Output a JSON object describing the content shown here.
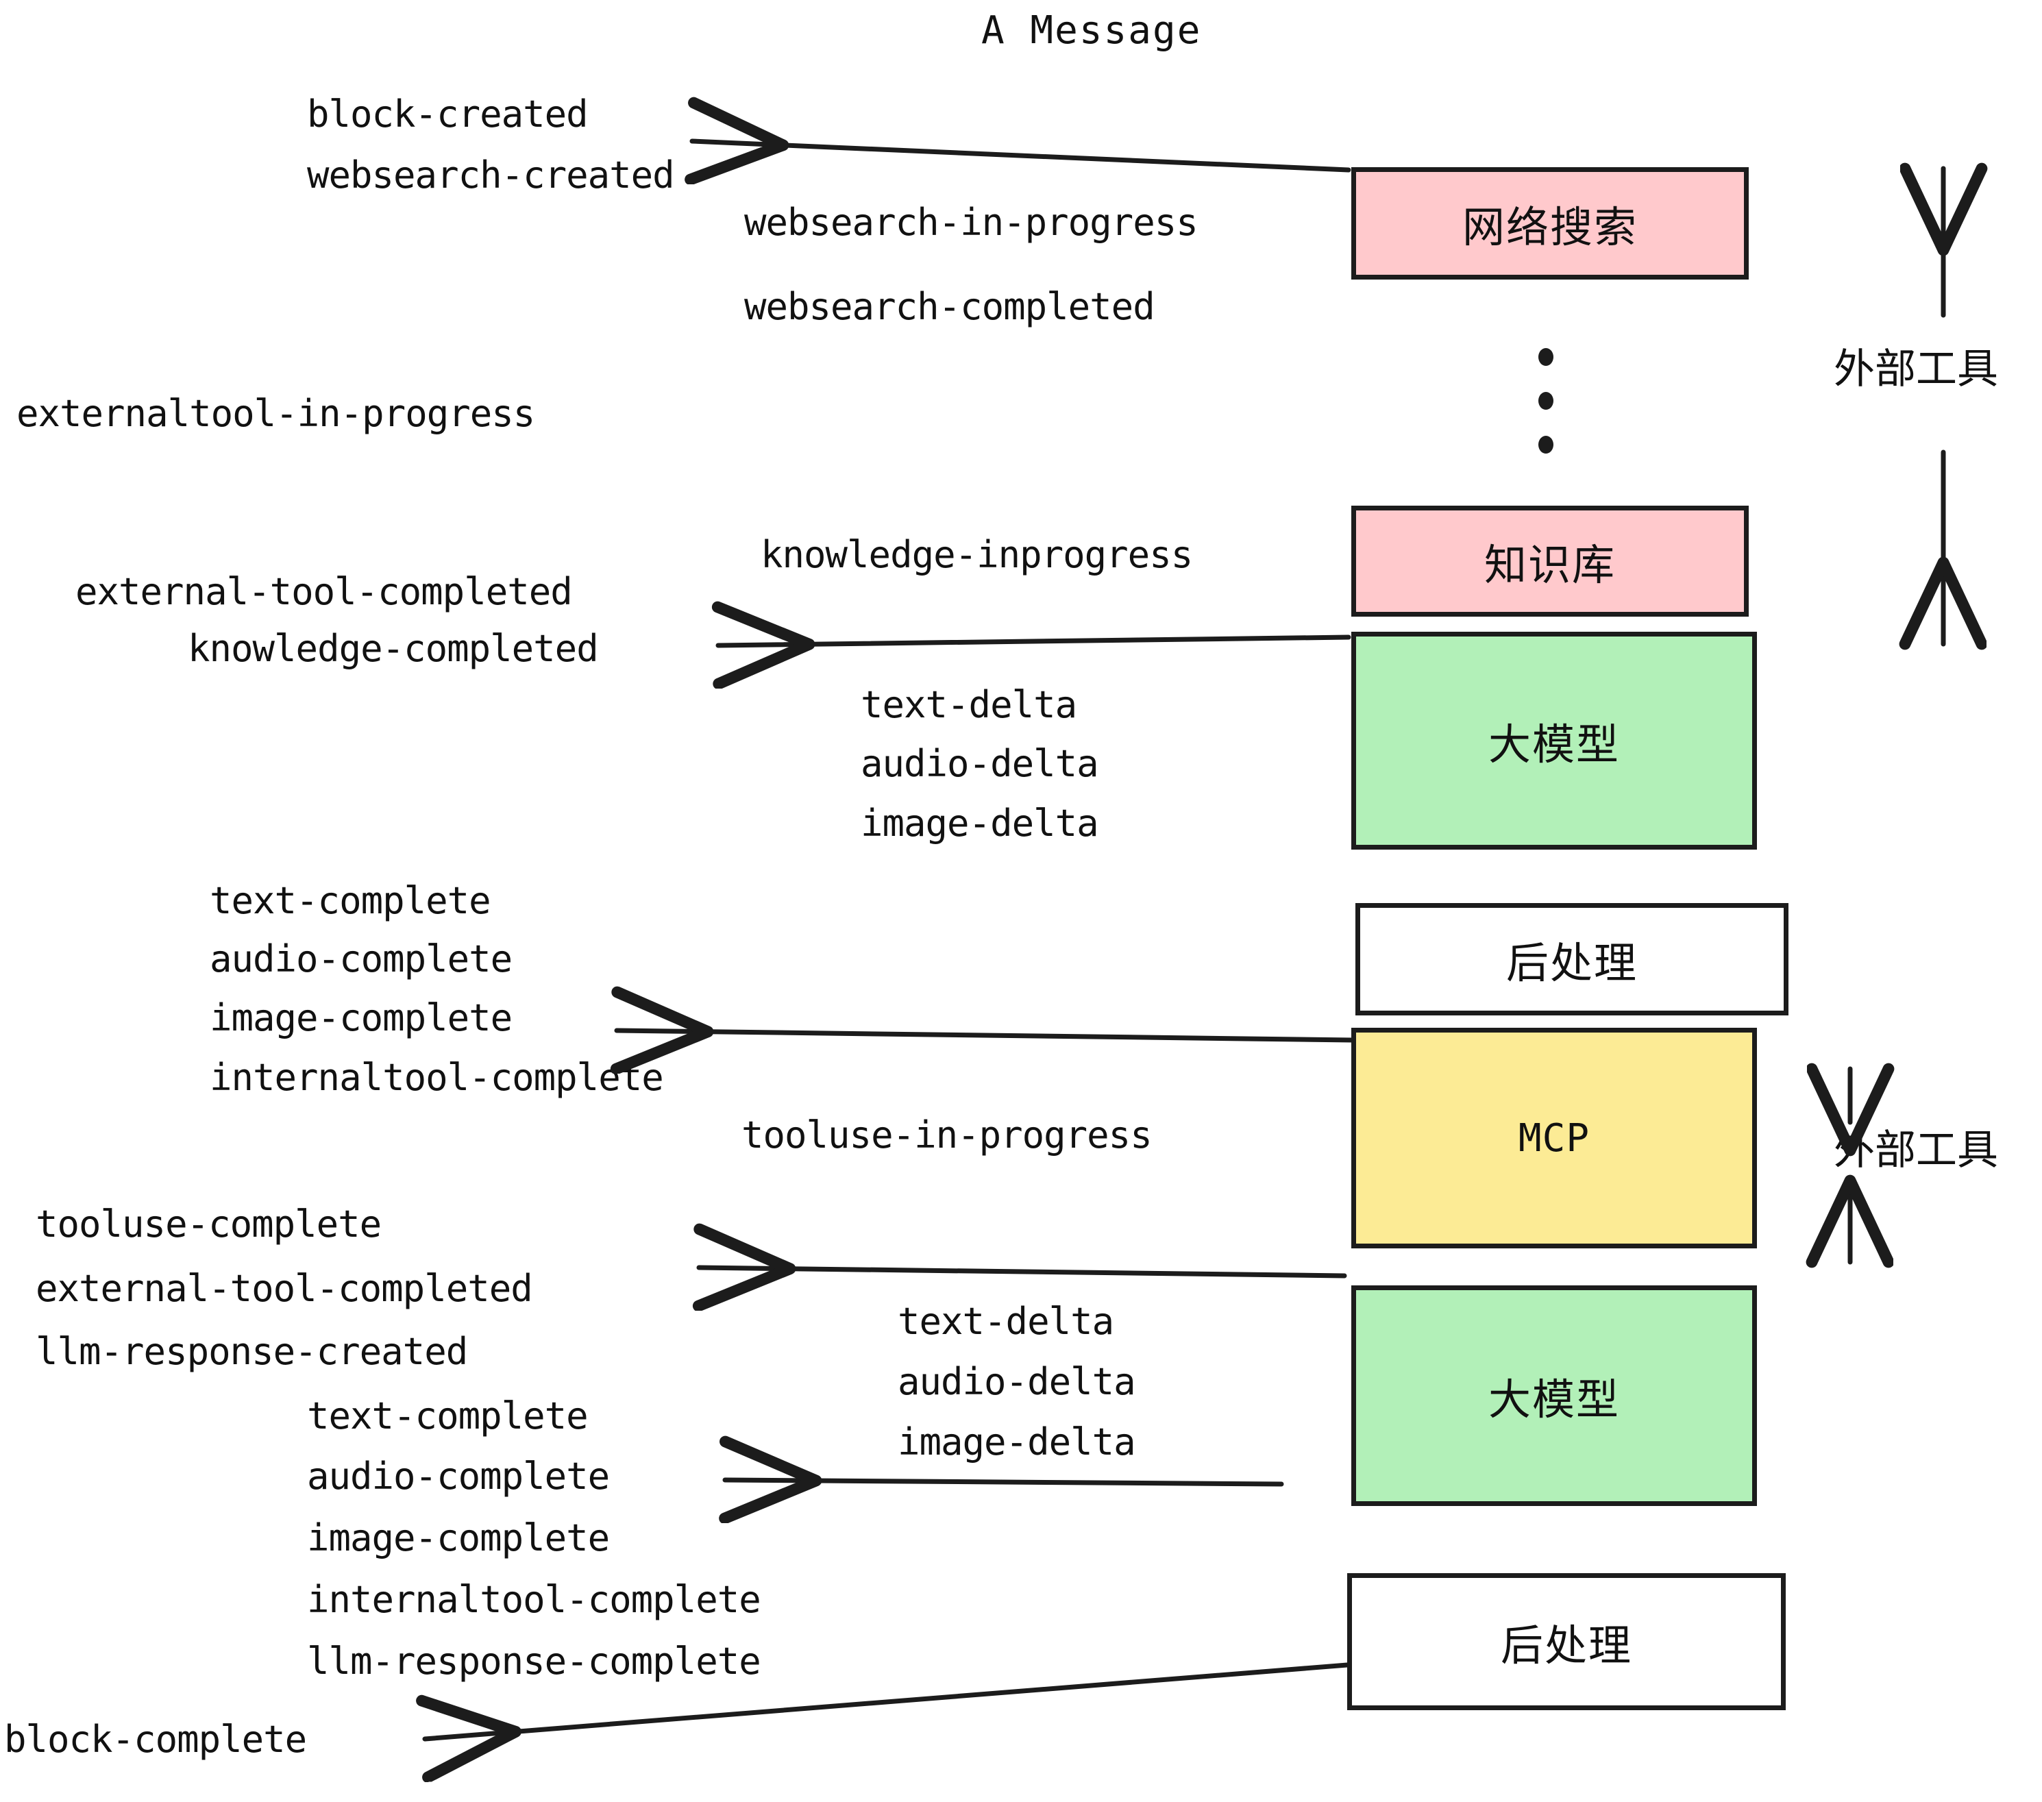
{
  "title": "A Message",
  "colors": {
    "pink": "#FFC9CC",
    "green": "#B2F0B8",
    "yellow": "#FCEB95",
    "white": "#FFFFFF",
    "stroke": "#1C1C1C",
    "text": "#111111",
    "background": "#FFFFFF"
  },
  "nodes": [
    {
      "label": "网络搜索",
      "fill": "pink",
      "name": "node-web-search"
    },
    {
      "label": "知识库",
      "fill": "pink",
      "name": "node-knowledge-base"
    },
    {
      "label": "大模型",
      "fill": "green",
      "name": "node-llm-1"
    },
    {
      "label": "后处理",
      "fill": "white",
      "name": "node-postprocess-1"
    },
    {
      "label": "MCP",
      "fill": "yellow",
      "name": "node-mcp"
    },
    {
      "label": "大模型",
      "fill": "green",
      "name": "node-llm-2"
    },
    {
      "label": "后处理",
      "fill": "white",
      "name": "node-postprocess-2"
    }
  ],
  "side_labels": [
    {
      "text": "外部工具",
      "name": "side-label-external-tools-top"
    },
    {
      "text": "外部工具",
      "name": "side-label-external-tools-bottom"
    }
  ],
  "events": [
    {
      "text": "block-created",
      "name": "event-block-created"
    },
    {
      "text": "websearch-created",
      "name": "event-websearch-created"
    },
    {
      "text": "websearch-in-progress",
      "name": "event-websearch-in-progress"
    },
    {
      "text": "websearch-completed",
      "name": "event-websearch-completed"
    },
    {
      "text": "externaltool-in-progress",
      "name": "event-externaltool-in-progress"
    },
    {
      "text": "knowledge-inprogress",
      "name": "event-knowledge-inprogress"
    },
    {
      "text": "external-tool-completed",
      "name": "event-external-tool-completed-1"
    },
    {
      "text": "knowledge-completed",
      "name": "event-knowledge-completed"
    },
    {
      "text": "text-delta",
      "name": "event-text-delta-1"
    },
    {
      "text": "audio-delta",
      "name": "event-audio-delta-1"
    },
    {
      "text": "image-delta",
      "name": "event-image-delta-1"
    },
    {
      "text": "text-complete",
      "name": "event-text-complete-1"
    },
    {
      "text": "audio-complete",
      "name": "event-audio-complete-1"
    },
    {
      "text": "image-complete",
      "name": "event-image-complete-1"
    },
    {
      "text": "internaltool-complete",
      "name": "event-internaltool-complete-1"
    },
    {
      "text": "tooluse-in-progress",
      "name": "event-tooluse-in-progress"
    },
    {
      "text": "tooluse-complete",
      "name": "event-tooluse-complete"
    },
    {
      "text": "external-tool-completed",
      "name": "event-external-tool-completed-2"
    },
    {
      "text": "llm-response-created",
      "name": "event-llm-response-created"
    },
    {
      "text": "text-delta",
      "name": "event-text-delta-2"
    },
    {
      "text": "audio-delta",
      "name": "event-audio-delta-2"
    },
    {
      "text": "image-delta",
      "name": "event-image-delta-2"
    },
    {
      "text": "text-complete",
      "name": "event-text-complete-2"
    },
    {
      "text": "audio-complete",
      "name": "event-audio-complete-2"
    },
    {
      "text": "image-complete",
      "name": "event-image-complete-2"
    },
    {
      "text": "internaltool-complete",
      "name": "event-internaltool-complete-2"
    },
    {
      "text": "llm-response-complete",
      "name": "event-llm-response-complete"
    },
    {
      "text": "block-complete",
      "name": "event-block-complete"
    }
  ]
}
